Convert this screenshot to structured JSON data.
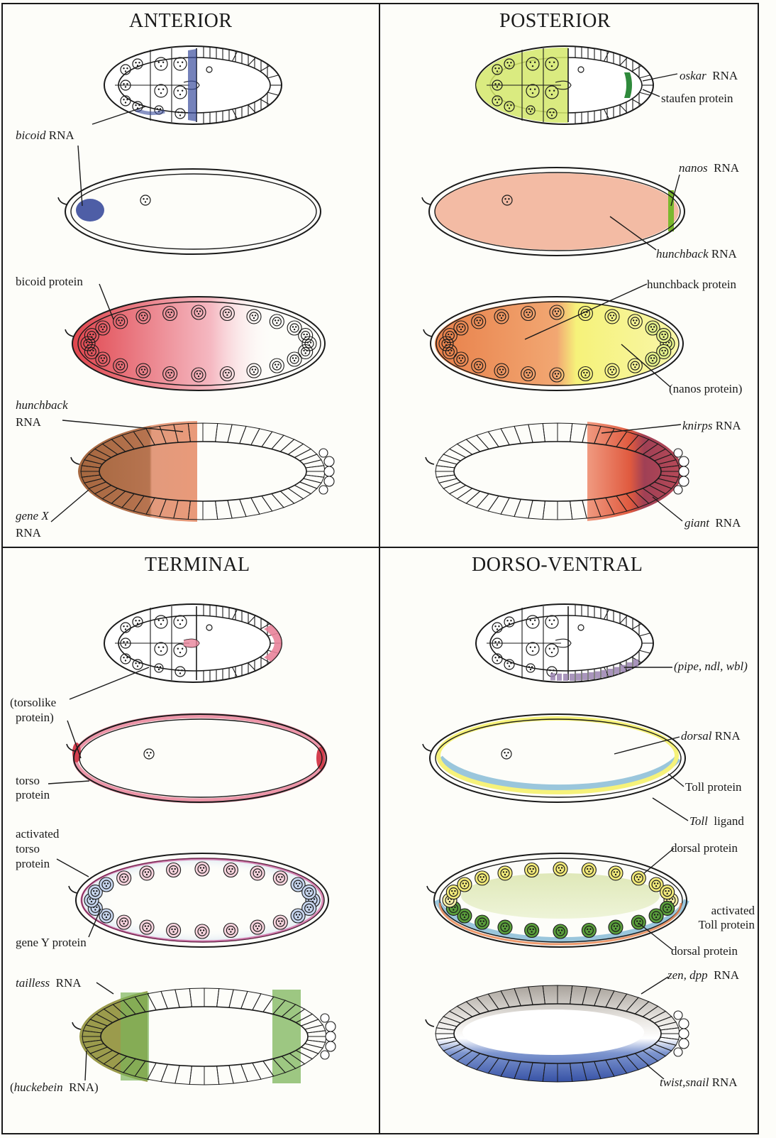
{
  "panels": {
    "anterior": {
      "title": "ANTERIOR",
      "bicoid_rna": {
        "gene": "bicoid",
        "suffix": "RNA"
      },
      "bicoid_protein": "bicoid protein",
      "hunchback_rna": {
        "gene": "hunchback",
        "suffix": "RNA"
      },
      "gene_x_rna": {
        "gene": "gene X",
        "suffix": "RNA"
      }
    },
    "posterior": {
      "title": "POSTERIOR",
      "oskar_rna": {
        "gene": "oskar",
        "suffix": "RNA"
      },
      "staufen_protein": "staufen protein",
      "nanos_rna": {
        "gene": "nanos",
        "suffix": "RNA"
      },
      "hunchback_rna": {
        "gene": "hunchback",
        "suffix": "RNA"
      },
      "hunchback_protein": "hunchback protein",
      "nanos_protein": "(nanos protein)",
      "knirps_rna": {
        "gene": "knirps",
        "suffix": "RNA"
      },
      "giant_rna": {
        "gene": "giant",
        "suffix": "RNA"
      }
    },
    "terminal": {
      "title": "TERMINAL",
      "torsolike_line1": "(torsolike",
      "torsolike_line2": "protein)",
      "torso_line1": "torso",
      "torso_line2": "protein",
      "activated_line1": "activated",
      "activated_line2": "torso",
      "activated_line3": "protein",
      "gene_y_protein": "gene Y protein",
      "tailless_rna": {
        "gene": "tailless",
        "suffix": "RNA"
      },
      "huckebein_rna": {
        "open": "(",
        "gene": "huckebein",
        "suffix": "RNA)"
      }
    },
    "dorso_ventral": {
      "title": "DORSO-VENTRAL",
      "pipe_ndl_wbl": "(pipe, ndl, wbl)",
      "dorsal_rna": {
        "gene": "dorsal",
        "suffix": "RNA"
      },
      "toll_protein": "Toll protein",
      "toll_ligand": {
        "gene": "Toll",
        "suffix": "ligand"
      },
      "dorsal_protein_top": "dorsal protein",
      "activated_toll_line1": "activated",
      "activated_toll_line2": "Toll protein",
      "dorsal_protein_bottom": "dorsal protein",
      "zen_dpp_rna": {
        "gene": "zen, dpp",
        "suffix": "RNA"
      },
      "twist_snail_rna": {
        "gene": "twist,snail",
        "suffix": "RNA"
      }
    }
  },
  "colors": {
    "ink": "#1a1a1a",
    "bicoid_blue": "#3b4d9c",
    "bicoid_red": "#e0454d",
    "oocyte_green": "#d4e86a",
    "staufen_green": "#2f8a3c",
    "salmon": "#f2b49a",
    "orange": "#e8804a",
    "yellow": "#f6f27a",
    "brown": "#a5673f",
    "knirps_red": "#e05a3f",
    "giant_maroon": "#9c3d4f",
    "pink": "#e9839a",
    "magenta": "#c02a7c",
    "light_blue": "#a8c4e0",
    "olive": "#8a8a2e",
    "tail_green": "#7cb45a",
    "purple": "#9a82b0",
    "toll_blue": "#8fc0d8",
    "dorsal_green": "#4a8a3a",
    "grey": "#b0aaa4",
    "twist_blue": "#3752a6"
  }
}
